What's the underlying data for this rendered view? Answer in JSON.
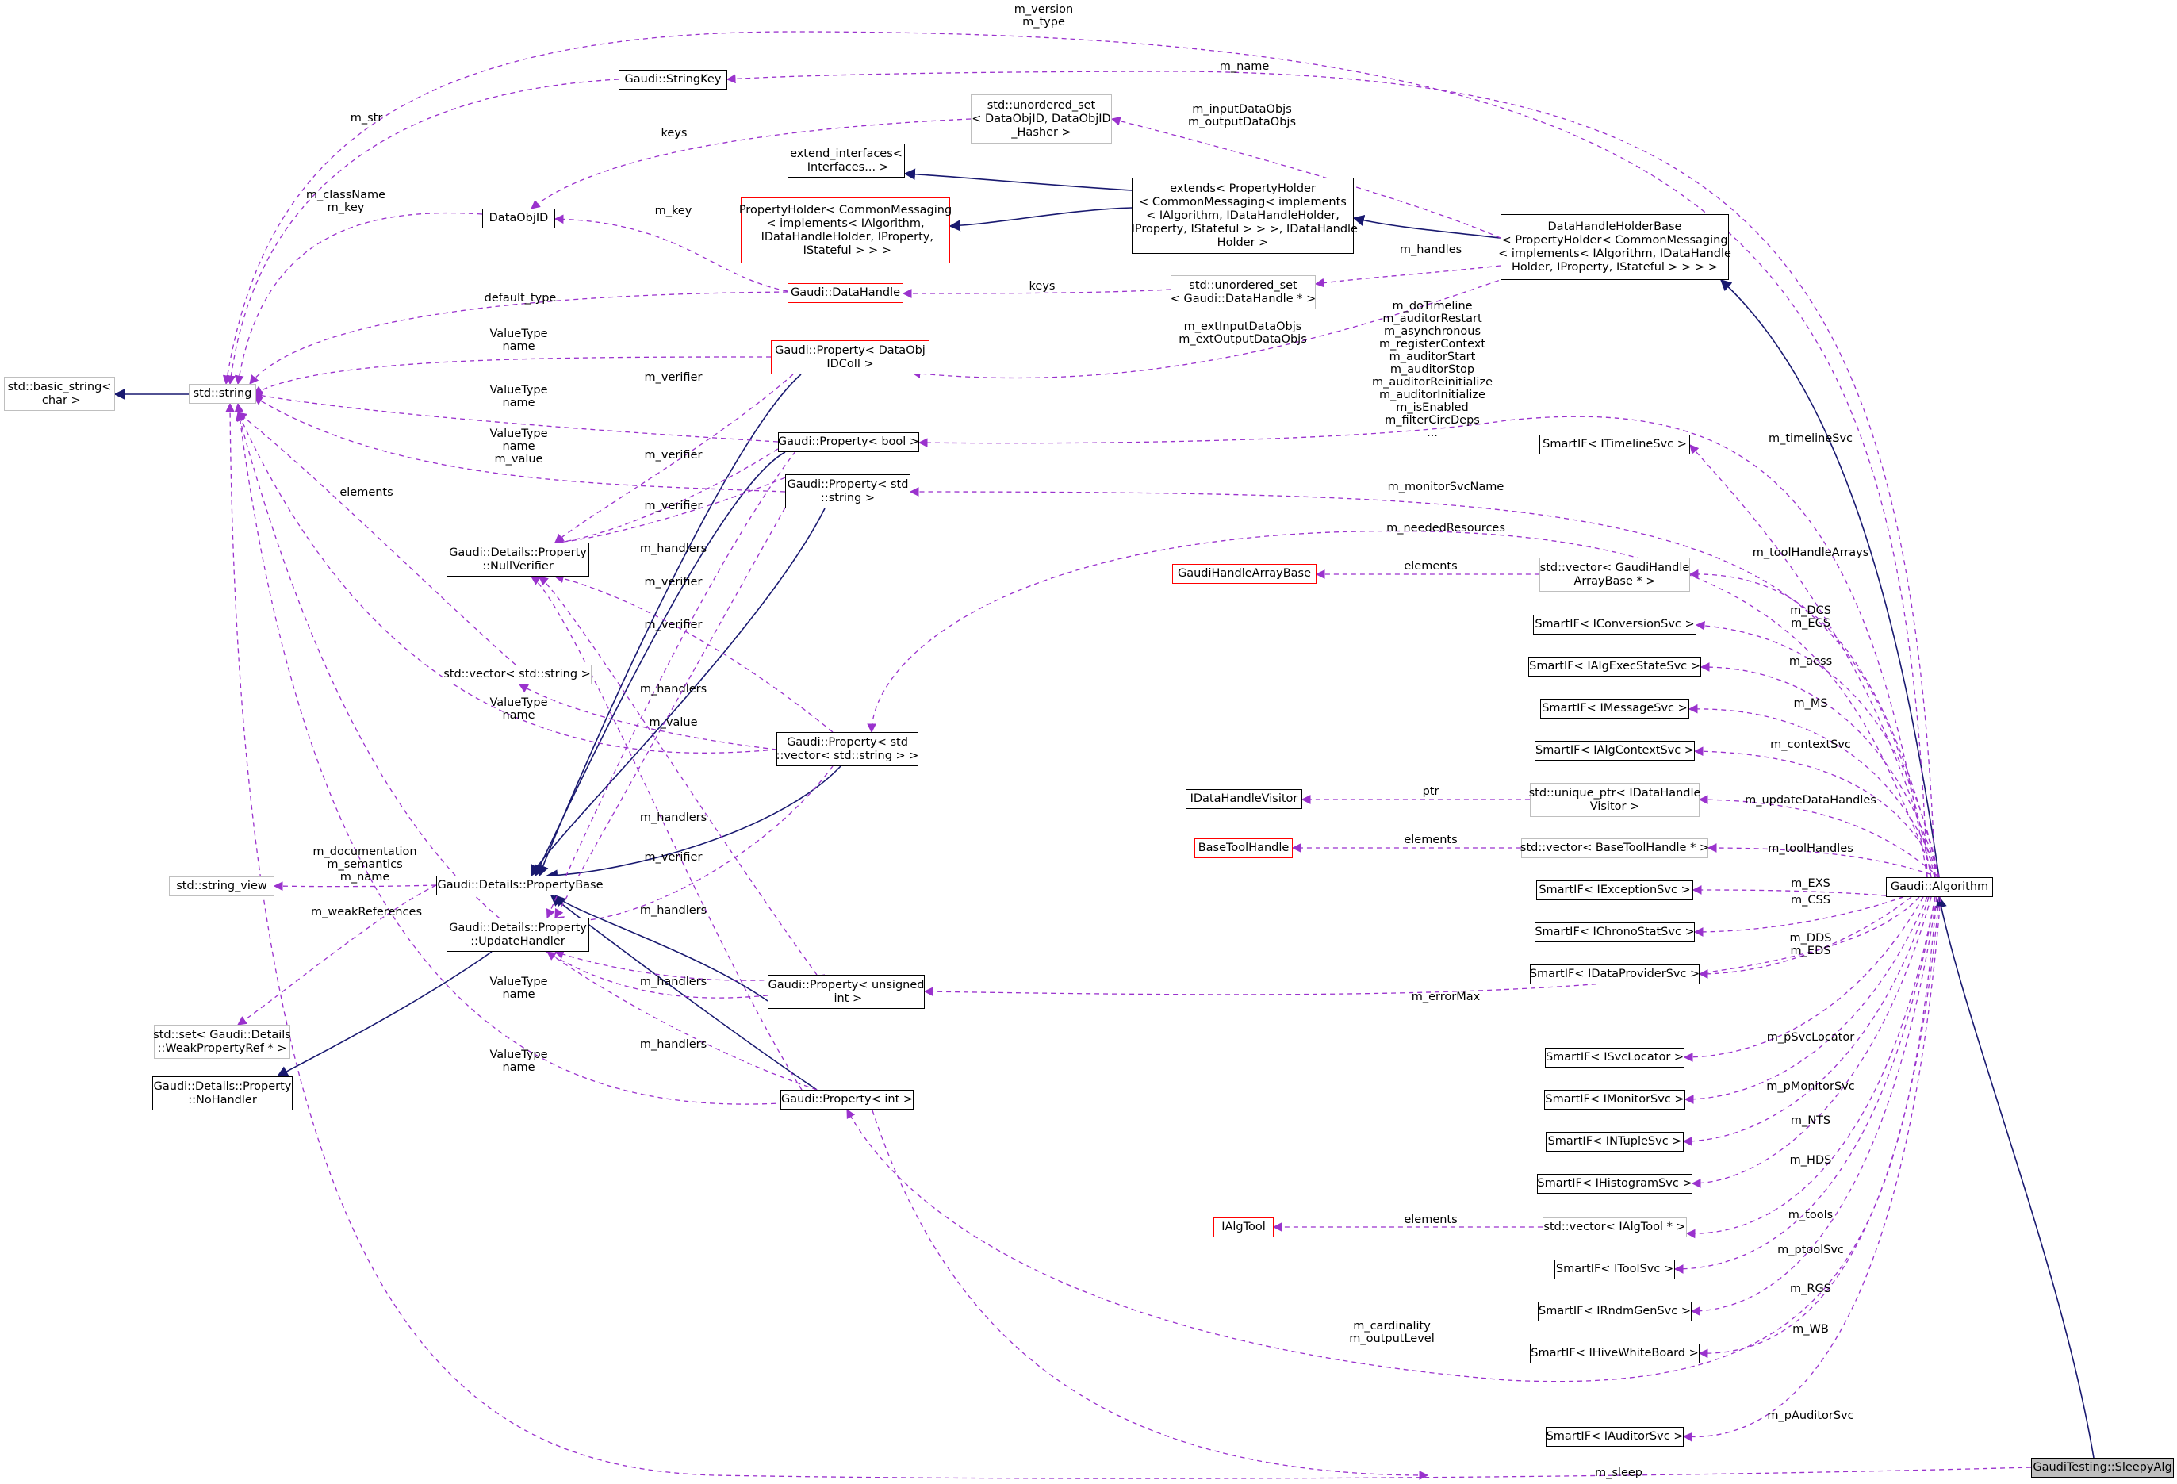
{
  "diagram": {
    "nodes": [
      {
        "id": "sleepy",
        "label": "GaudiTesting::SleepyAlg",
        "style": "focus"
      },
      {
        "id": "algorithm",
        "label": "Gaudi::Algorithm",
        "style": "black"
      },
      {
        "id": "dhhb",
        "label": "DataHandleHolderBase\n< PropertyHolder< CommonMessaging\n< implements< IAlgorithm, IDataHandle\nHolder, IProperty, IStateful > > > >",
        "style": "black"
      },
      {
        "id": "extends",
        "label": "extends< PropertyHolder\n< CommonMessaging< implements\n< IAlgorithm, IDataHandleHolder,\n IProperty, IStateful > > >, IDataHandle\nHolder >",
        "style": "black"
      },
      {
        "id": "extif",
        "label": "extend_interfaces<\n Interfaces... >",
        "style": "black"
      },
      {
        "id": "ph",
        "label": "PropertyHolder< CommonMessaging\n< implements< IAlgorithm,\n IDataHandleHolder, IProperty,\n IStateful > > >",
        "style": "red"
      },
      {
        "id": "uset_dobj",
        "label": "std::unordered_set\n< DataObjID, DataObjID\n_Hasher >",
        "style": "gray"
      },
      {
        "id": "stringkey",
        "label": "Gaudi::StringKey",
        "style": "black"
      },
      {
        "id": "dataobjid",
        "label": "DataObjID",
        "style": "black"
      },
      {
        "id": "datahandle",
        "label": "Gaudi::DataHandle",
        "style": "red"
      },
      {
        "id": "uset_dh",
        "label": "std::unordered_set\n< Gaudi::DataHandle * >",
        "style": "gray"
      },
      {
        "id": "basic_string",
        "label": "std::basic_string<\n char >",
        "style": "gray"
      },
      {
        "id": "string",
        "label": "std::string",
        "style": "gray"
      },
      {
        "id": "prop_doidc",
        "label": "Gaudi::Property< DataObj\nIDColl >",
        "style": "red"
      },
      {
        "id": "prop_bool",
        "label": "Gaudi::Property< bool >",
        "style": "black"
      },
      {
        "id": "prop_string",
        "label": "Gaudi::Property< std\n::string >",
        "style": "black"
      },
      {
        "id": "nullverifier",
        "label": "Gaudi::Details::Property\n::NullVerifier",
        "style": "black"
      },
      {
        "id": "vec_string",
        "label": "std::vector< std::string >",
        "style": "gray"
      },
      {
        "id": "prop_vecstr",
        "label": "Gaudi::Property< std\n::vector< std::string > >",
        "style": "black"
      },
      {
        "id": "string_view",
        "label": "std::string_view",
        "style": "gray"
      },
      {
        "id": "propbase",
        "label": "Gaudi::Details::PropertyBase",
        "style": "black"
      },
      {
        "id": "updatehandler",
        "label": "Gaudi::Details::Property\n::UpdateHandler",
        "style": "black"
      },
      {
        "id": "set_weak",
        "label": "std::set< Gaudi::Details\n::WeakPropertyRef * >",
        "style": "gray"
      },
      {
        "id": "nohandler",
        "label": "Gaudi::Details::Property\n::NoHandler",
        "style": "black"
      },
      {
        "id": "prop_uint",
        "label": "Gaudi::Property< unsigned\n int >",
        "style": "black"
      },
      {
        "id": "prop_int",
        "label": "Gaudi::Property< int >",
        "style": "black"
      },
      {
        "id": "gharraybase",
        "label": "GaudiHandleArrayBase",
        "style": "red"
      },
      {
        "id": "vec_gharray",
        "label": "std::vector< GaudiHandle\nArrayBase * >",
        "style": "gray"
      },
      {
        "id": "idhvisitor",
        "label": "IDataHandleVisitor",
        "style": "black"
      },
      {
        "id": "uptr_visitor",
        "label": "std::unique_ptr< IDataHandle\nVisitor >",
        "style": "gray"
      },
      {
        "id": "basetoolhandle",
        "label": "BaseToolHandle",
        "style": "red"
      },
      {
        "id": "vec_bth",
        "label": "std::vector< BaseToolHandle * >",
        "style": "gray"
      },
      {
        "id": "ialgtool",
        "label": "IAlgTool",
        "style": "red"
      },
      {
        "id": "vec_ialgtool",
        "label": "std::vector< IAlgTool * >",
        "style": "gray"
      },
      {
        "id": "s_timeline",
        "label": "SmartIF< ITimelineSvc >",
        "style": "black"
      },
      {
        "id": "s_conv",
        "label": "SmartIF< IConversionSvc >",
        "style": "black"
      },
      {
        "id": "s_aess",
        "label": "SmartIF< IAlgExecStateSvc >",
        "style": "black"
      },
      {
        "id": "s_msg",
        "label": "SmartIF< IMessageSvc >",
        "style": "black"
      },
      {
        "id": "s_ctx",
        "label": "SmartIF< IAlgContextSvc >",
        "style": "black"
      },
      {
        "id": "s_exc",
        "label": "SmartIF< IExceptionSvc >",
        "style": "black"
      },
      {
        "id": "s_chrono",
        "label": "SmartIF< IChronoStatSvc >",
        "style": "black"
      },
      {
        "id": "s_dp",
        "label": "SmartIF< IDataProviderSvc >",
        "style": "black"
      },
      {
        "id": "s_svcloc",
        "label": "SmartIF< ISvcLocator >",
        "style": "black"
      },
      {
        "id": "s_mon",
        "label": "SmartIF< IMonitorSvc >",
        "style": "black"
      },
      {
        "id": "s_ntuple",
        "label": "SmartIF< INTupleSvc >",
        "style": "black"
      },
      {
        "id": "s_hist",
        "label": "SmartIF< IHistogramSvc >",
        "style": "black"
      },
      {
        "id": "s_tool",
        "label": "SmartIF< IToolSvc >",
        "style": "black"
      },
      {
        "id": "s_rndm",
        "label": "SmartIF< IRndmGenSvc >",
        "style": "black"
      },
      {
        "id": "s_wb",
        "label": "SmartIF< IHiveWhiteBoard >",
        "style": "black"
      },
      {
        "id": "s_auditor",
        "label": "SmartIF< IAuditorSvc >",
        "style": "black"
      }
    ],
    "edge_labels": [
      {
        "id": "lbl_version_type",
        "text": "m_version\nm_type"
      },
      {
        "id": "lbl_name",
        "text": "m_name"
      },
      {
        "id": "lbl_str",
        "text": "m_str"
      },
      {
        "id": "lbl_keys_top",
        "text": "keys"
      },
      {
        "id": "lbl_inputdataobjs",
        "text": "m_inputDataObjs\nm_outputDataObjs"
      },
      {
        "id": "lbl_classname_key",
        "text": "m_className\nm_key"
      },
      {
        "id": "lbl_key",
        "text": "m_key"
      },
      {
        "id": "lbl_default_type",
        "text": "default_type"
      },
      {
        "id": "lbl_keys_dh",
        "text": "keys"
      },
      {
        "id": "lbl_handles",
        "text": "m_handles"
      },
      {
        "id": "lbl_doTimeline",
        "text": "m_doTimeline\nm_auditorRestart\nm_asynchronous\nm_registerContext\nm_auditorStart\nm_auditorStop\nm_auditorReinitialize\nm_auditorInitialize\nm_isEnabled\nm_filterCircDeps\n..."
      },
      {
        "id": "lbl_extinput",
        "text": "m_extInputDataObjs\nm_extOutputDataObjs"
      },
      {
        "id": "lbl_vt_doidc",
        "text": "ValueType\nname"
      },
      {
        "id": "lbl_verifier1",
        "text": "m_verifier"
      },
      {
        "id": "lbl_vt_bool",
        "text": "ValueType\nname"
      },
      {
        "id": "lbl_verifier2",
        "text": "m_verifier"
      },
      {
        "id": "lbl_vt_string",
        "text": "ValueType\nname\nm_value"
      },
      {
        "id": "lbl_verifier3",
        "text": "m_verifier"
      },
      {
        "id": "lbl_elements_str",
        "text": "elements"
      },
      {
        "id": "lbl_handlers1",
        "text": "m_handlers"
      },
      {
        "id": "lbl_verifier4",
        "text": "m_verifier"
      },
      {
        "id": "lbl_verifier5",
        "text": "m_verifier"
      },
      {
        "id": "lbl_handlers2",
        "text": "m_handlers"
      },
      {
        "id": "lbl_vt_vecstr",
        "text": "ValueType\nname"
      },
      {
        "id": "lbl_value",
        "text": "m_value"
      },
      {
        "id": "lbl_handlers3",
        "text": "m_handlers"
      },
      {
        "id": "lbl_verifier6",
        "text": "m_verifier"
      },
      {
        "id": "lbl_documentation",
        "text": "m_documentation\nm_semantics\nm_name"
      },
      {
        "id": "lbl_weakrefs",
        "text": "m_weakReferences"
      },
      {
        "id": "lbl_handlers4",
        "text": "m_handlers"
      },
      {
        "id": "lbl_vt_uint",
        "text": "ValueType\nname"
      },
      {
        "id": "lbl_handlers5",
        "text": "m_handlers"
      },
      {
        "id": "lbl_vt_int",
        "text": "ValueType\nname"
      },
      {
        "id": "lbl_handlers6",
        "text": "m_handlers"
      },
      {
        "id": "lbl_timelineSvc",
        "text": "m_timelineSvc"
      },
      {
        "id": "lbl_monitorSvcName",
        "text": "m_monitorSvcName"
      },
      {
        "id": "lbl_neededResources",
        "text": "m_neededResources"
      },
      {
        "id": "lbl_toolHandleArrays",
        "text": "m_toolHandleArrays"
      },
      {
        "id": "lbl_elements_gh",
        "text": "elements"
      },
      {
        "id": "lbl_dcs",
        "text": "m_DCS\nm_ECS"
      },
      {
        "id": "lbl_aess",
        "text": "m_aess"
      },
      {
        "id": "lbl_ms",
        "text": "m_MS"
      },
      {
        "id": "lbl_contextSvc",
        "text": "m_contextSvc"
      },
      {
        "id": "lbl_ptr",
        "text": "ptr"
      },
      {
        "id": "lbl_updateDataHandles",
        "text": "m_updateDataHandles"
      },
      {
        "id": "lbl_elements_bth",
        "text": "elements"
      },
      {
        "id": "lbl_toolHandles",
        "text": "m_toolHandles"
      },
      {
        "id": "lbl_exs",
        "text": "m_EXS"
      },
      {
        "id": "lbl_css",
        "text": "m_CSS"
      },
      {
        "id": "lbl_dds",
        "text": "m_DDS\nm_EDS"
      },
      {
        "id": "lbl_errorMax",
        "text": "m_errorMax"
      },
      {
        "id": "lbl_psvclocator",
        "text": "m_pSvcLocator"
      },
      {
        "id": "lbl_pmonitorsvc",
        "text": "m_pMonitorSvc"
      },
      {
        "id": "lbl_nts",
        "text": "m_NTS"
      },
      {
        "id": "lbl_hds",
        "text": "m_HDS"
      },
      {
        "id": "lbl_elements_tool",
        "text": "elements"
      },
      {
        "id": "lbl_tools",
        "text": "m_tools"
      },
      {
        "id": "lbl_ptoolsvc",
        "text": "m_ptoolSvc"
      },
      {
        "id": "lbl_rgs",
        "text": "m_RGS"
      },
      {
        "id": "lbl_cardinality",
        "text": "m_cardinality\nm_outputLevel"
      },
      {
        "id": "lbl_wb",
        "text": "m_WB"
      },
      {
        "id": "lbl_pauditorsvc",
        "text": "m_pAuditorSvc"
      },
      {
        "id": "lbl_sleep",
        "text": "m_sleep"
      }
    ]
  }
}
